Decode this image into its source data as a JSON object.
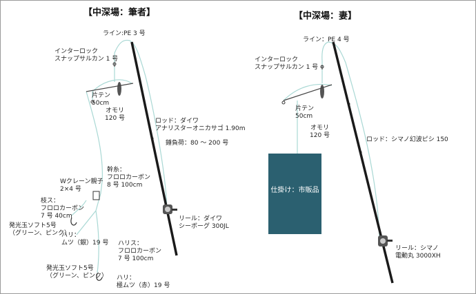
{
  "left": {
    "title": "【中深場：筆者】",
    "line": "ライン:PE 3 号",
    "swivel": "インターロック\nスナップサルカン 1 号",
    "tenbin": "片テン\n50cm",
    "sinker": "オモリ\n120 号",
    "rod": "ロッド：ダイワ\nアナリスターオニカサゴ 1.90m",
    "load": "錘負荷：80 ～ 200 号",
    "mainline": "幹糸：\nフロロカーボン\n8 号 100cm",
    "crane": "Wクレーン親子\n2×4 号",
    "branch": "枝ス：\nフロロカーボン\n7 号 40cm",
    "bead1": "発光玉ソフト5号\n（グリーン、ピンク）",
    "hook1": "ハリ：\nムツ（銀）19 号",
    "harisu": "ハリス：\nフロロカーボン\n7 号 100cm",
    "reel": "リール：ダイワ\nシーボーグ 300JL",
    "bead2": "発光玉ソフト5号\n（グリーン、ピンク）",
    "hook2": "ハリ：\n極ムツ（赤）19 号"
  },
  "right": {
    "title": "【中深場：妻】",
    "line": "ライン：PE 4 号",
    "swivel": "インターロック\nスナップサルカン 1 号",
    "tenbin": "片テン\n50cm",
    "sinker": "オモリ\n120 号",
    "rod": "ロッド：シマノ幻波ピシ 150",
    "ready": "仕掛け：市販品",
    "reel": "リール：シマノ\n電動丸 3000XH"
  },
  "colors": {
    "line": "#a9d8d4",
    "rod": "#1a1a1a",
    "box": "#2b6070"
  }
}
